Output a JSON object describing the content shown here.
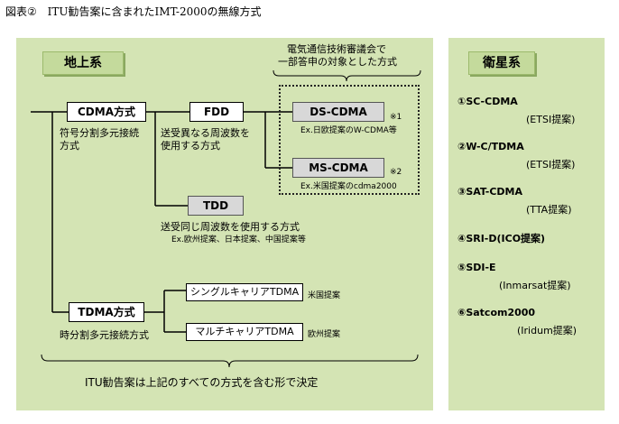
{
  "title": {
    "number": "図表②",
    "text": "ITU勧告案に含まれたIMT-2000の無線方式"
  },
  "terrestrial": {
    "label": "地上系",
    "council_note_line1": "電気通信技術審議会で",
    "council_note_line2": "一部答申の対象とした方式",
    "cdma": {
      "label": "CDMA方式",
      "desc_line1": "符号分割多元接続",
      "desc_line2": "方式"
    },
    "fdd": {
      "label": "FDD",
      "desc_line1": "送受異なる周波数を",
      "desc_line2": "使用する方式"
    },
    "ds_cdma": {
      "label": "DS-CDMA",
      "mark": "※1",
      "example": "Ex.日欧提案のW-CDMA等"
    },
    "ms_cdma": {
      "label": "MS-CDMA",
      "mark": "※2",
      "example": "Ex.米国提案のcdma2000"
    },
    "tdd": {
      "label": "TDD",
      "desc": "送受同じ周波数を使用する方式",
      "example": "Ex.欧州提案、日本提案、中国提案等"
    },
    "tdma": {
      "label": "TDMA方式",
      "desc": "時分割多元接続方式"
    },
    "single": {
      "label": "シングルキャリアTDMA",
      "note": "米国提案"
    },
    "multi": {
      "label": "マルチキャリアTDMA",
      "note": "欧州提案"
    },
    "footer": "ITU勧告案は上記のすべての方式を含む形で決定"
  },
  "satellite": {
    "label": "衛星系",
    "items": [
      {
        "name": "①SC-CDMA",
        "proposer": "(ETSI提案)"
      },
      {
        "name": "②W-C/TDMA",
        "proposer": "(ETSI提案)"
      },
      {
        "name": "③SAT-CDMA",
        "proposer": "(TTA提案)"
      },
      {
        "name": "④SRI-D(ICO提案)",
        "proposer": ""
      },
      {
        "name": "⑤SDI-E",
        "proposer": "(Inmarsat提案)"
      },
      {
        "name": "⑥Satcom2000",
        "proposer": "(Iridum提案)"
      }
    ]
  }
}
